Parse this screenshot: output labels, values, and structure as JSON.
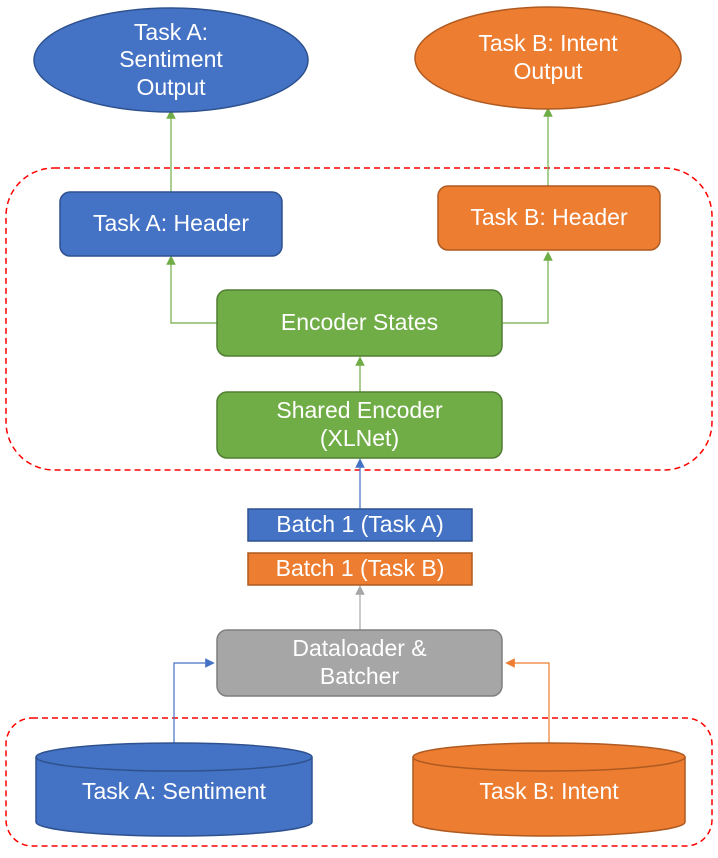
{
  "diagram": {
    "nodes": {
      "task_a_output": {
        "label": "Task A:\nSentiment\nOutput",
        "color": "#4472c4"
      },
      "task_b_output": {
        "label": "Task B: Intent\nOutput",
        "color": "#ed7d31"
      },
      "task_a_header": {
        "label": "Task A: Header",
        "color": "#4472c4"
      },
      "task_b_header": {
        "label": "Task B: Header",
        "color": "#ed7d31"
      },
      "encoder_states": {
        "label": "Encoder States",
        "color": "#70ad47"
      },
      "shared_encoder": {
        "label": "Shared Encoder\n(XLNet)",
        "color": "#70ad47"
      },
      "batch_task_a": {
        "label": "Batch 1 (Task A)",
        "color": "#4472c4"
      },
      "batch_task_b": {
        "label": "Batch 1 (Task B)",
        "color": "#ed7d31"
      },
      "dataloader": {
        "label": "Dataloader &\nBatcher",
        "color": "#a6a6a6"
      },
      "dataset_a": {
        "label": "Task A: Sentiment",
        "color": "#4472c4"
      },
      "dataset_b": {
        "label": "Task B: Intent",
        "color": "#ed7d31"
      }
    },
    "group_border_color": "#ff0000"
  }
}
